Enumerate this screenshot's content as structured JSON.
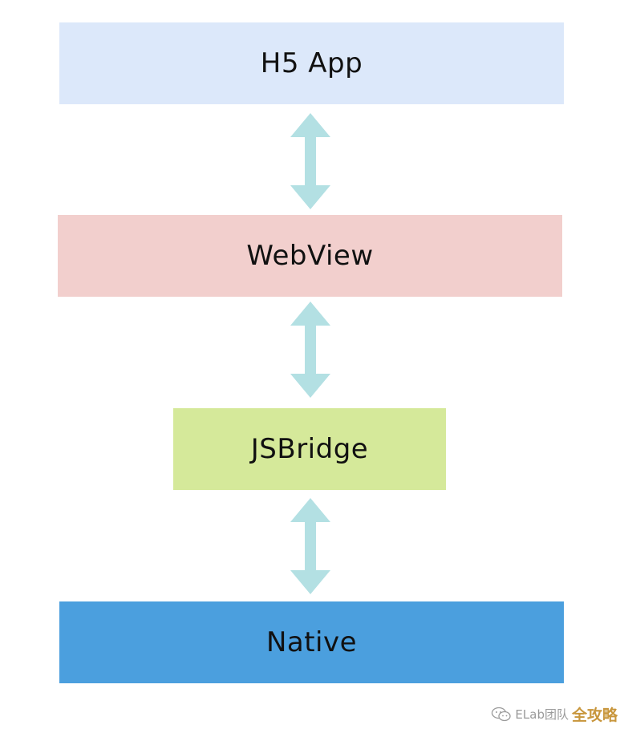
{
  "colors": {
    "h5_app": "#dce8fa",
    "webview": "#f2cfcd",
    "jsbridge": "#d5e99a",
    "native": "#4b9fde",
    "arrow": "#b3e0e3"
  },
  "layers": [
    {
      "id": "h5",
      "label": "H5 App"
    },
    {
      "id": "webview",
      "label": "WebView"
    },
    {
      "id": "jsbridge",
      "label": "JSBridge"
    },
    {
      "id": "native",
      "label": "Native"
    }
  ],
  "connections": [
    {
      "from": "H5 App",
      "to": "WebView",
      "direction": "bidirectional"
    },
    {
      "from": "WebView",
      "to": "JSBridge",
      "direction": "bidirectional"
    },
    {
      "from": "JSBridge",
      "to": "Native",
      "direction": "bidirectional"
    }
  ],
  "watermark": {
    "icon": "wechat-icon",
    "text": "ELab团队",
    "badge": "全攻略"
  }
}
